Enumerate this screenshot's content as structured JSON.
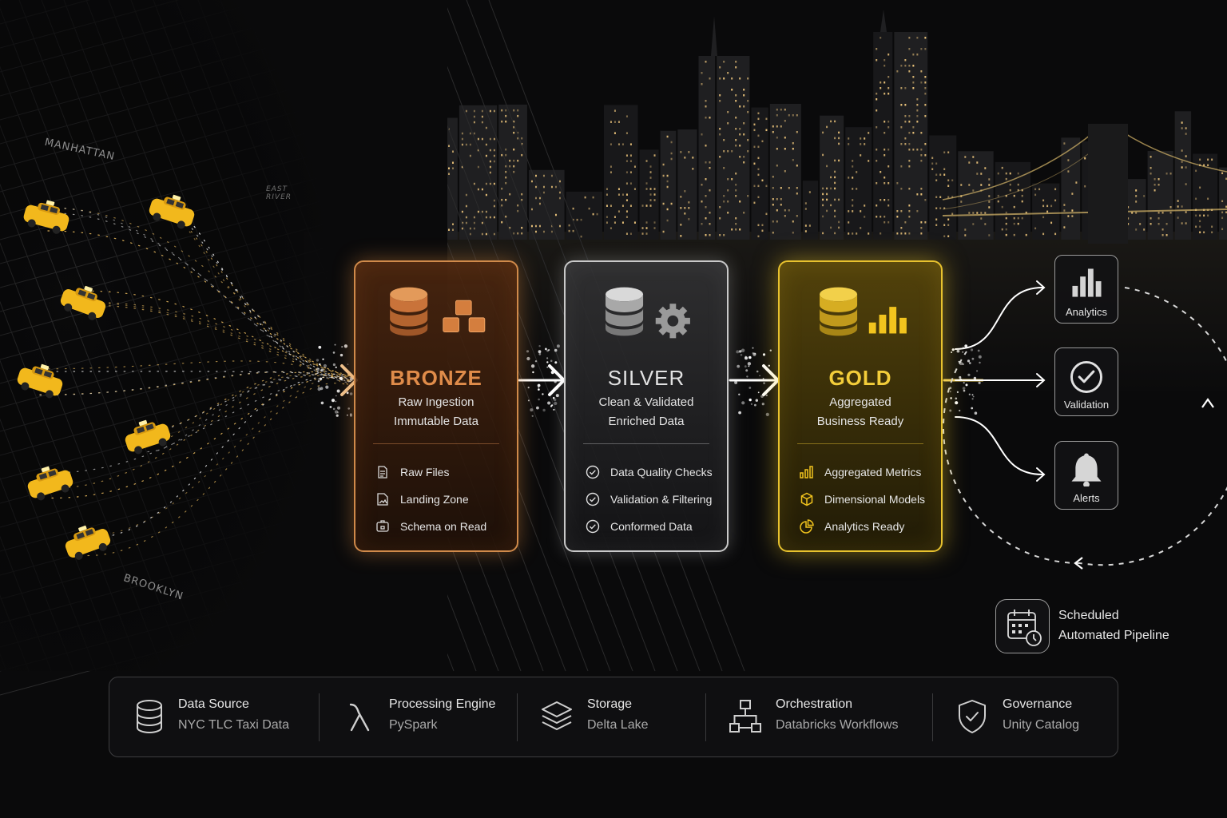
{
  "map": {
    "labels": [
      "MANHATTAN",
      "EAST RIVER",
      "BROOKLYN"
    ]
  },
  "stages": [
    {
      "key": "bronze",
      "title": "BRONZE",
      "subtitle_1": "Raw Ingestion",
      "subtitle_2": "Immutable Data",
      "color": "#e08c4a",
      "items": [
        {
          "label": "Raw Files",
          "icon": "file-icon"
        },
        {
          "label": "Landing Zone",
          "icon": "image-file-icon"
        },
        {
          "label": "Schema on Read",
          "icon": "folder-icon"
        }
      ]
    },
    {
      "key": "silver",
      "title": "SILVER",
      "subtitle_1": "Clean & Validated",
      "subtitle_2": "Enriched Data",
      "color": "#e2e2e2",
      "items": [
        {
          "label": "Data Quality Checks",
          "icon": "check-circle-icon"
        },
        {
          "label": "Validation & Filtering",
          "icon": "check-circle-icon"
        },
        {
          "label": "Conformed Data",
          "icon": "check-circle-icon"
        }
      ]
    },
    {
      "key": "gold",
      "title": "GOLD",
      "subtitle_1": "Aggregated",
      "subtitle_2": "Business Ready",
      "color": "#f3cd3a",
      "items": [
        {
          "label": "Aggregated Metrics",
          "icon": "bar-chart-icon"
        },
        {
          "label": "Dimensional Models",
          "icon": "cube-icon"
        },
        {
          "label": "Analytics Ready",
          "icon": "pie-chart-icon"
        }
      ]
    }
  ],
  "outputs": [
    {
      "label": "Analytics",
      "icon": "bar-chart-icon"
    },
    {
      "label": "Validation",
      "icon": "check-circle-icon"
    },
    {
      "label": "Alerts",
      "icon": "bell-icon"
    }
  ],
  "schedule": {
    "line_1": "Scheduled",
    "line_2": "Automated Pipeline",
    "icon": "calendar-clock-icon"
  },
  "tech_stack": [
    {
      "category": "Data Source",
      "value": "NYC TLC Taxi Data",
      "icon": "database-icon"
    },
    {
      "category": "Processing Engine",
      "value": "PySpark",
      "icon": "lambda-icon"
    },
    {
      "category": "Storage",
      "value": "Delta Lake",
      "icon": "layers-icon"
    },
    {
      "category": "Orchestration",
      "value": "Databricks Workflows",
      "icon": "hierarchy-icon"
    },
    {
      "category": "Governance",
      "value": "Unity Catalog",
      "icon": "shield-check-icon"
    }
  ],
  "colors": {
    "bronze": "#d08a4a",
    "silver": "#c9c9c9",
    "gold": "#e8c22e",
    "taxi": "#f2b81c",
    "background": "#0a0a0b"
  }
}
